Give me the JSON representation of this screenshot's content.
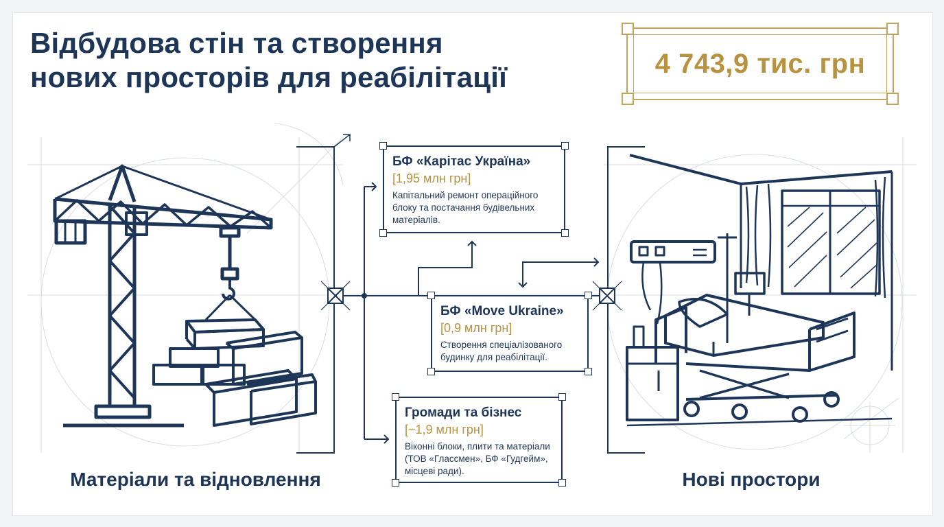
{
  "header": {
    "title_line1": "Відбудова стін та створення",
    "title_line2": "нових просторів для реабілітації"
  },
  "total": {
    "value": "4 743,9 тис. грн"
  },
  "left_panel": {
    "caption": "Матеріали та відновлення",
    "icon": "construction-crane-icon"
  },
  "right_panel": {
    "caption": "Нові простори",
    "icon": "hospital-bed-icon"
  },
  "cards": [
    {
      "title": "БФ «Карітас Україна»",
      "amount": "[1,95 млн грн]",
      "description": "Капітальний ремонт операційного блоку та постачання будівельних матеріалів."
    },
    {
      "title": "БФ «Move Ukraine»",
      "amount": "[0,9 млн грн]",
      "description": "Створення спеціалізованого будинку для реабілітації."
    },
    {
      "title": "Громади та бізнес",
      "amount": "[~1,9 млн грн]",
      "description": "Віконні блоки, плити та матеріали (ТОВ «Глассмен», БФ «Гудгейм», місцеві ради)."
    }
  ],
  "colors": {
    "navy": "#1d3557",
    "gold": "#b8923f",
    "grid": "#d5dbe5"
  }
}
